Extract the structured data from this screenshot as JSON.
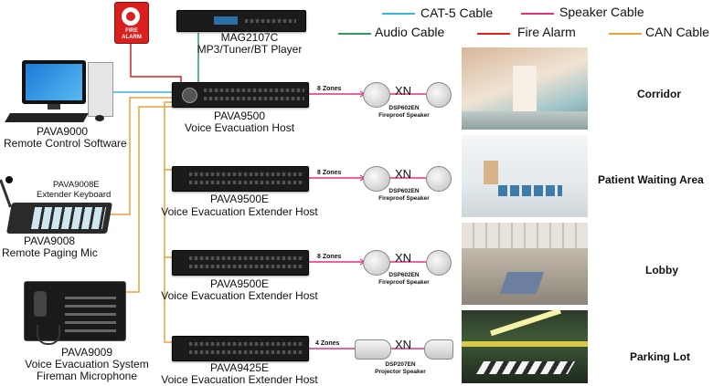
{
  "legend": {
    "cat5": {
      "label": "CAT-5 Cable",
      "color": "#3ab4d6"
    },
    "speaker": {
      "label": "Speaker Cable",
      "color": "#e0307a"
    },
    "audio": {
      "label": "Audio Cable",
      "color": "#2f9a5a"
    },
    "fire": {
      "label": "Fire  Alarm",
      "color": "#d9201f"
    },
    "can": {
      "label": "CAN Cable",
      "color": "#e8a23a"
    }
  },
  "fire_alarm_box": {
    "line1": "FIRE",
    "line2": "ALARM"
  },
  "player": {
    "model": "MAG2107C",
    "desc": "MP3/Tuner/BT Player"
  },
  "pc": {
    "model": "PAVA9000",
    "desc": "Remote Control  Software"
  },
  "extender_keyboard": {
    "model": "PAVA9008E",
    "desc": "Extender Keyboard"
  },
  "paging_mic": {
    "model": "PAVA9008",
    "desc": "Remote Paging Mic"
  },
  "fireman_mic": {
    "model": "PAVA9009",
    "desc1": "Voice Evacuation System",
    "desc2": "Fireman Microphone"
  },
  "hosts": [
    {
      "model": "PAVA9500",
      "desc": "Voice Evacuation Host",
      "zones": "8 Zones",
      "xn": "XN",
      "speaker_model": "DSP602EN",
      "speaker_desc": "Fireproof Speaker",
      "area": "Corridor"
    },
    {
      "model": "PAVA9500E",
      "desc": "Voice Evacuation  Extender Host",
      "zones": "8 Zones",
      "xn": "XN",
      "speaker_model": "DSP602EN",
      "speaker_desc": "Fireproof Speaker",
      "area": "Patient Waiting Area"
    },
    {
      "model": "PAVA9500E",
      "desc": "Voice Evacuation Extender Host",
      "zones": "8 Zones",
      "xn": "XN",
      "speaker_model": "DSP602EN",
      "speaker_desc": "Fireproof Speaker",
      "area": "Lobby"
    },
    {
      "model": "PAVA9425E",
      "desc": "Voice Evacuation Extender Host",
      "zones": "4 Zones",
      "xn": "XN",
      "speaker_model": "DSP207EN",
      "speaker_desc": "Projector Speaker",
      "area": "Parking Lot"
    }
  ]
}
